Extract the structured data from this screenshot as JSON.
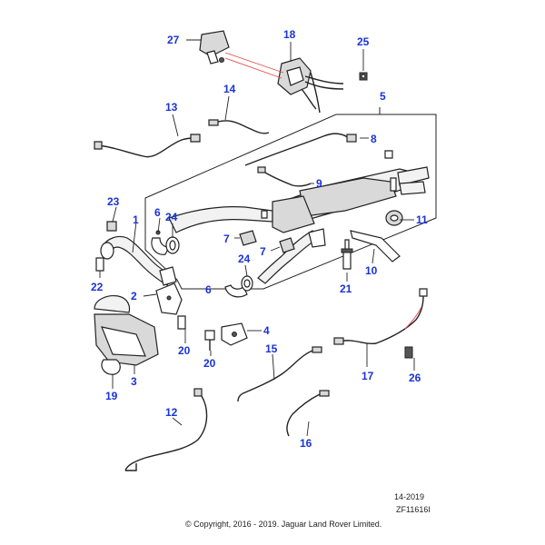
{
  "callouts": [
    "1",
    "2",
    "3",
    "4",
    "5",
    "6",
    "6",
    "7",
    "7",
    "8",
    "9",
    "10",
    "11",
    "12",
    "13",
    "14",
    "15",
    "16",
    "17",
    "18",
    "19",
    "20",
    "20",
    "21",
    "22",
    "23",
    "24",
    "24",
    "25",
    "26",
    "27"
  ],
  "footer": {
    "date_code": "14-2019",
    "drawing_id": "ZF11616I",
    "copyright": "© Copyright, 2016 - 2019. Jaguar Land Rover Limited."
  },
  "colors": {
    "callout_text": "#1a33d6",
    "highlight_line": "#e0504a",
    "line_art": "#222222"
  }
}
